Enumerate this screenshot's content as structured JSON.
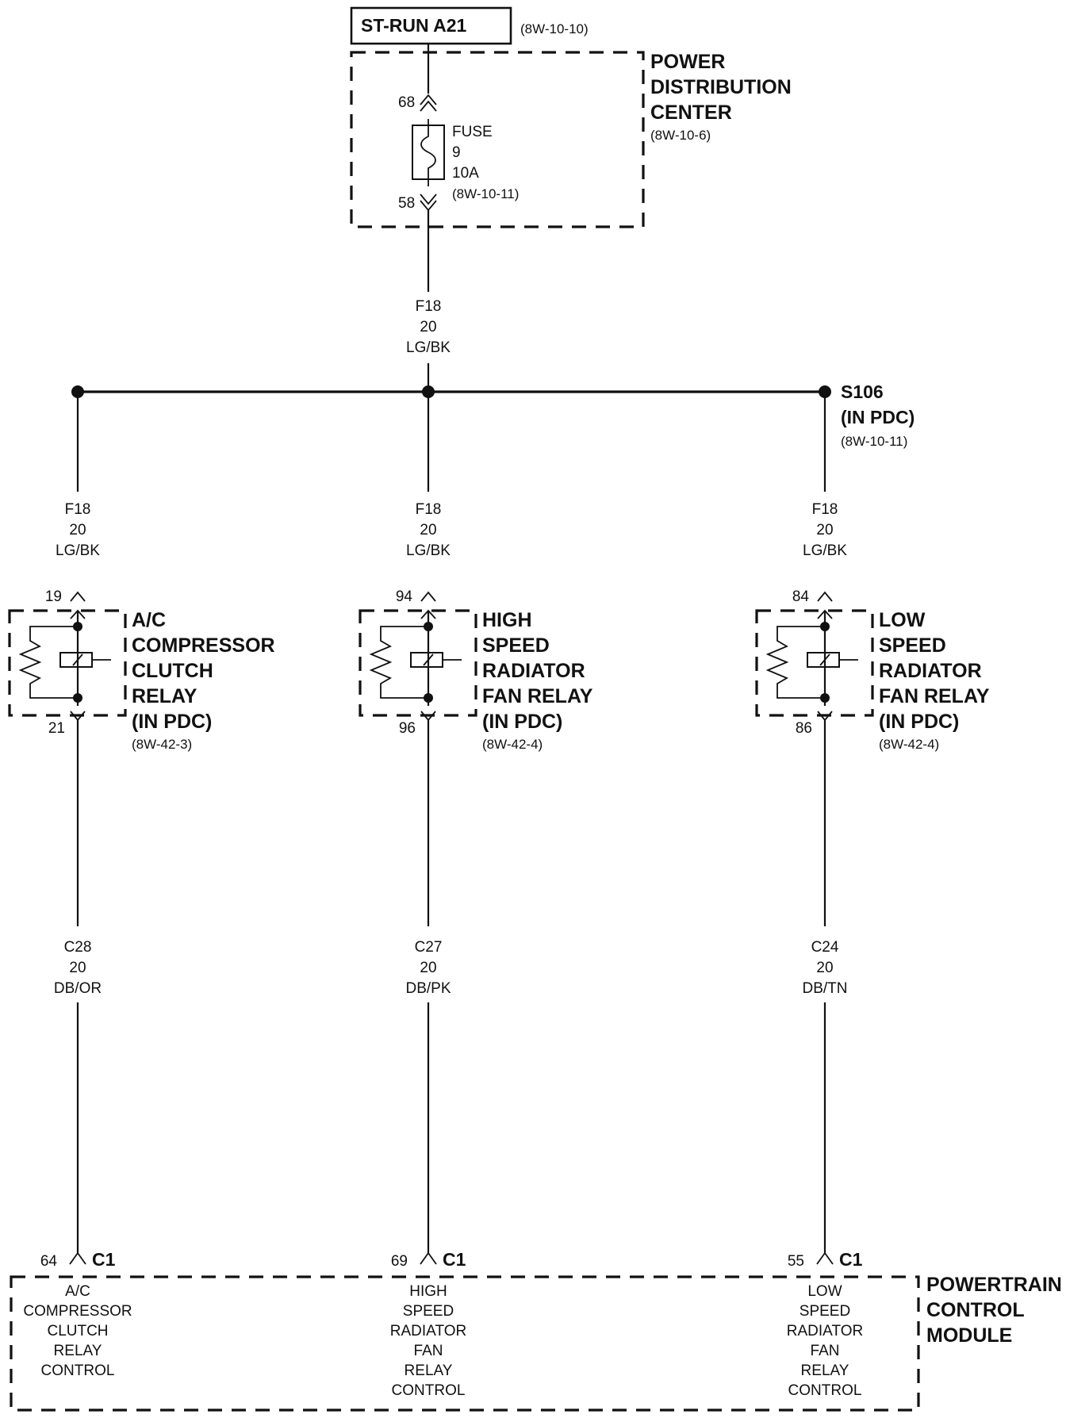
{
  "colors": {
    "ink": "#111111",
    "background": "#ffffff"
  },
  "source": {
    "label": "ST-RUN A21",
    "ref": "(8W-10-10)"
  },
  "pdc": {
    "title_lines": [
      "POWER",
      "DISTRIBUTION",
      "CENTER"
    ],
    "ref": "(8W-10-6)",
    "fuse_lines": [
      "FUSE",
      "9",
      "10A",
      "(8W-10-11)"
    ],
    "pin_in": "68",
    "pin_out": "58"
  },
  "feed_wire": {
    "circuit": "F18",
    "gauge": "20",
    "color": "LG/BK"
  },
  "splice": {
    "label": "S106",
    "location": "(IN PDC)",
    "ref": "(8W-10-11)"
  },
  "branches": [
    {
      "feed": {
        "circuit": "F18",
        "gauge": "20",
        "color": "LG/BK"
      },
      "relay_pin_in": "19",
      "relay_pin_out": "21",
      "relay_name_lines": [
        "A/C",
        "COMPRESSOR",
        "CLUTCH",
        "RELAY",
        "(IN PDC)"
      ],
      "relay_ref": "(8W-42-3)",
      "control": {
        "circuit": "C28",
        "gauge": "20",
        "color": "DB/OR"
      },
      "pcm_pin": "64",
      "pcm_connector": "C1",
      "pcm_function_lines": [
        "A/C",
        "COMPRESSOR",
        "CLUTCH",
        "RELAY",
        "CONTROL"
      ]
    },
    {
      "feed": {
        "circuit": "F18",
        "gauge": "20",
        "color": "LG/BK"
      },
      "relay_pin_in": "94",
      "relay_pin_out": "96",
      "relay_name_lines": [
        "HIGH",
        "SPEED",
        "RADIATOR",
        "FAN RELAY",
        "(IN PDC)"
      ],
      "relay_ref": "(8W-42-4)",
      "control": {
        "circuit": "C27",
        "gauge": "20",
        "color": "DB/PK"
      },
      "pcm_pin": "69",
      "pcm_connector": "C1",
      "pcm_function_lines": [
        "HIGH",
        "SPEED",
        "RADIATOR",
        "FAN",
        "RELAY",
        "CONTROL"
      ]
    },
    {
      "feed": {
        "circuit": "F18",
        "gauge": "20",
        "color": "LG/BK"
      },
      "relay_pin_in": "84",
      "relay_pin_out": "86",
      "relay_name_lines": [
        "LOW",
        "SPEED",
        "RADIATOR",
        "FAN RELAY",
        "(IN PDC)"
      ],
      "relay_ref": "(8W-42-4)",
      "control": {
        "circuit": "C24",
        "gauge": "20",
        "color": "DB/TN"
      },
      "pcm_pin": "55",
      "pcm_connector": "C1",
      "pcm_function_lines": [
        "LOW",
        "SPEED",
        "RADIATOR",
        "FAN",
        "RELAY",
        "CONTROL"
      ]
    }
  ],
  "pcm": {
    "title_lines": [
      "POWERTRAIN",
      "CONTROL",
      "MODULE"
    ]
  }
}
